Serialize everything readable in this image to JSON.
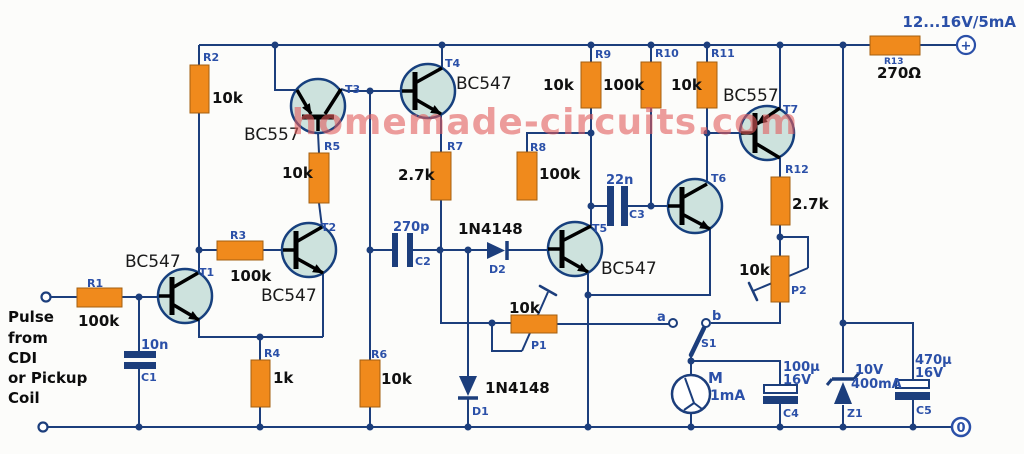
{
  "watermark": "homemade-circuits.com",
  "input_label": {
    "l1": "Pulse",
    "l2": "from",
    "l3": "CDI",
    "l4": "or Pickup",
    "l5": "Coil"
  },
  "power": {
    "label": "12...16V/5mA",
    "plus": "+",
    "zero": "0"
  },
  "terminals": {
    "a": "a",
    "b": "b"
  },
  "colors": {
    "wire": "#1c3e7c",
    "resistor": "#f08a1c",
    "transistor_fill": "#cde2dd",
    "watermark": "#e25d5d"
  },
  "resistors": {
    "R1": {
      "ref": "R1",
      "value": "100k"
    },
    "R2": {
      "ref": "R2",
      "value": "10k"
    },
    "R3": {
      "ref": "R3",
      "value": "100k"
    },
    "R4": {
      "ref": "R4",
      "value": "1k"
    },
    "R5": {
      "ref": "R5",
      "value": "10k"
    },
    "R6": {
      "ref": "R6",
      "value": "10k"
    },
    "R7": {
      "ref": "R7",
      "value": "2.7k"
    },
    "R8": {
      "ref": "R8",
      "value": "100k"
    },
    "R9": {
      "ref": "R9",
      "value": "10k"
    },
    "R10": {
      "ref": "R10",
      "value": "100k"
    },
    "R11": {
      "ref": "R11",
      "value": "10k"
    },
    "R12": {
      "ref": "R12",
      "value": "2.7k"
    },
    "R13": {
      "ref": "R13",
      "value": "270Ω"
    }
  },
  "potentiometers": {
    "P1": {
      "ref": "P1",
      "value": "10k"
    },
    "P2": {
      "ref": "P2",
      "value": "10k"
    }
  },
  "capacitors": {
    "C1": {
      "ref": "C1",
      "value": "10n"
    },
    "C2": {
      "ref": "C2",
      "value": "270p"
    },
    "C3": {
      "ref": "C3",
      "value": "22n"
    },
    "C4": {
      "ref": "C4",
      "value": "100µ",
      "voltage": "16V"
    },
    "C5": {
      "ref": "C5",
      "value": "470µ",
      "voltage": "16V"
    }
  },
  "diodes": {
    "D1": {
      "ref": "D1",
      "value": "1N4148"
    },
    "D2": {
      "ref": "D2",
      "value": "1N4148"
    },
    "Z1": {
      "ref": "Z1",
      "value": "10V",
      "rating": "400mA"
    }
  },
  "transistors": {
    "T1": {
      "ref": "T1",
      "part": "BC547"
    },
    "T2": {
      "ref": "T2",
      "part": "BC547"
    },
    "T3": {
      "ref": "T3",
      "part": "BC557"
    },
    "T4": {
      "ref": "T4",
      "part": "BC547"
    },
    "T5": {
      "ref": "T5",
      "part": "BC547"
    },
    "T6": {
      "ref": "T6"
    },
    "T7": {
      "ref": "T7",
      "part": "BC557"
    }
  },
  "switch": {
    "ref": "S1"
  },
  "meter": {
    "ref": "M",
    "value": "1mA"
  }
}
